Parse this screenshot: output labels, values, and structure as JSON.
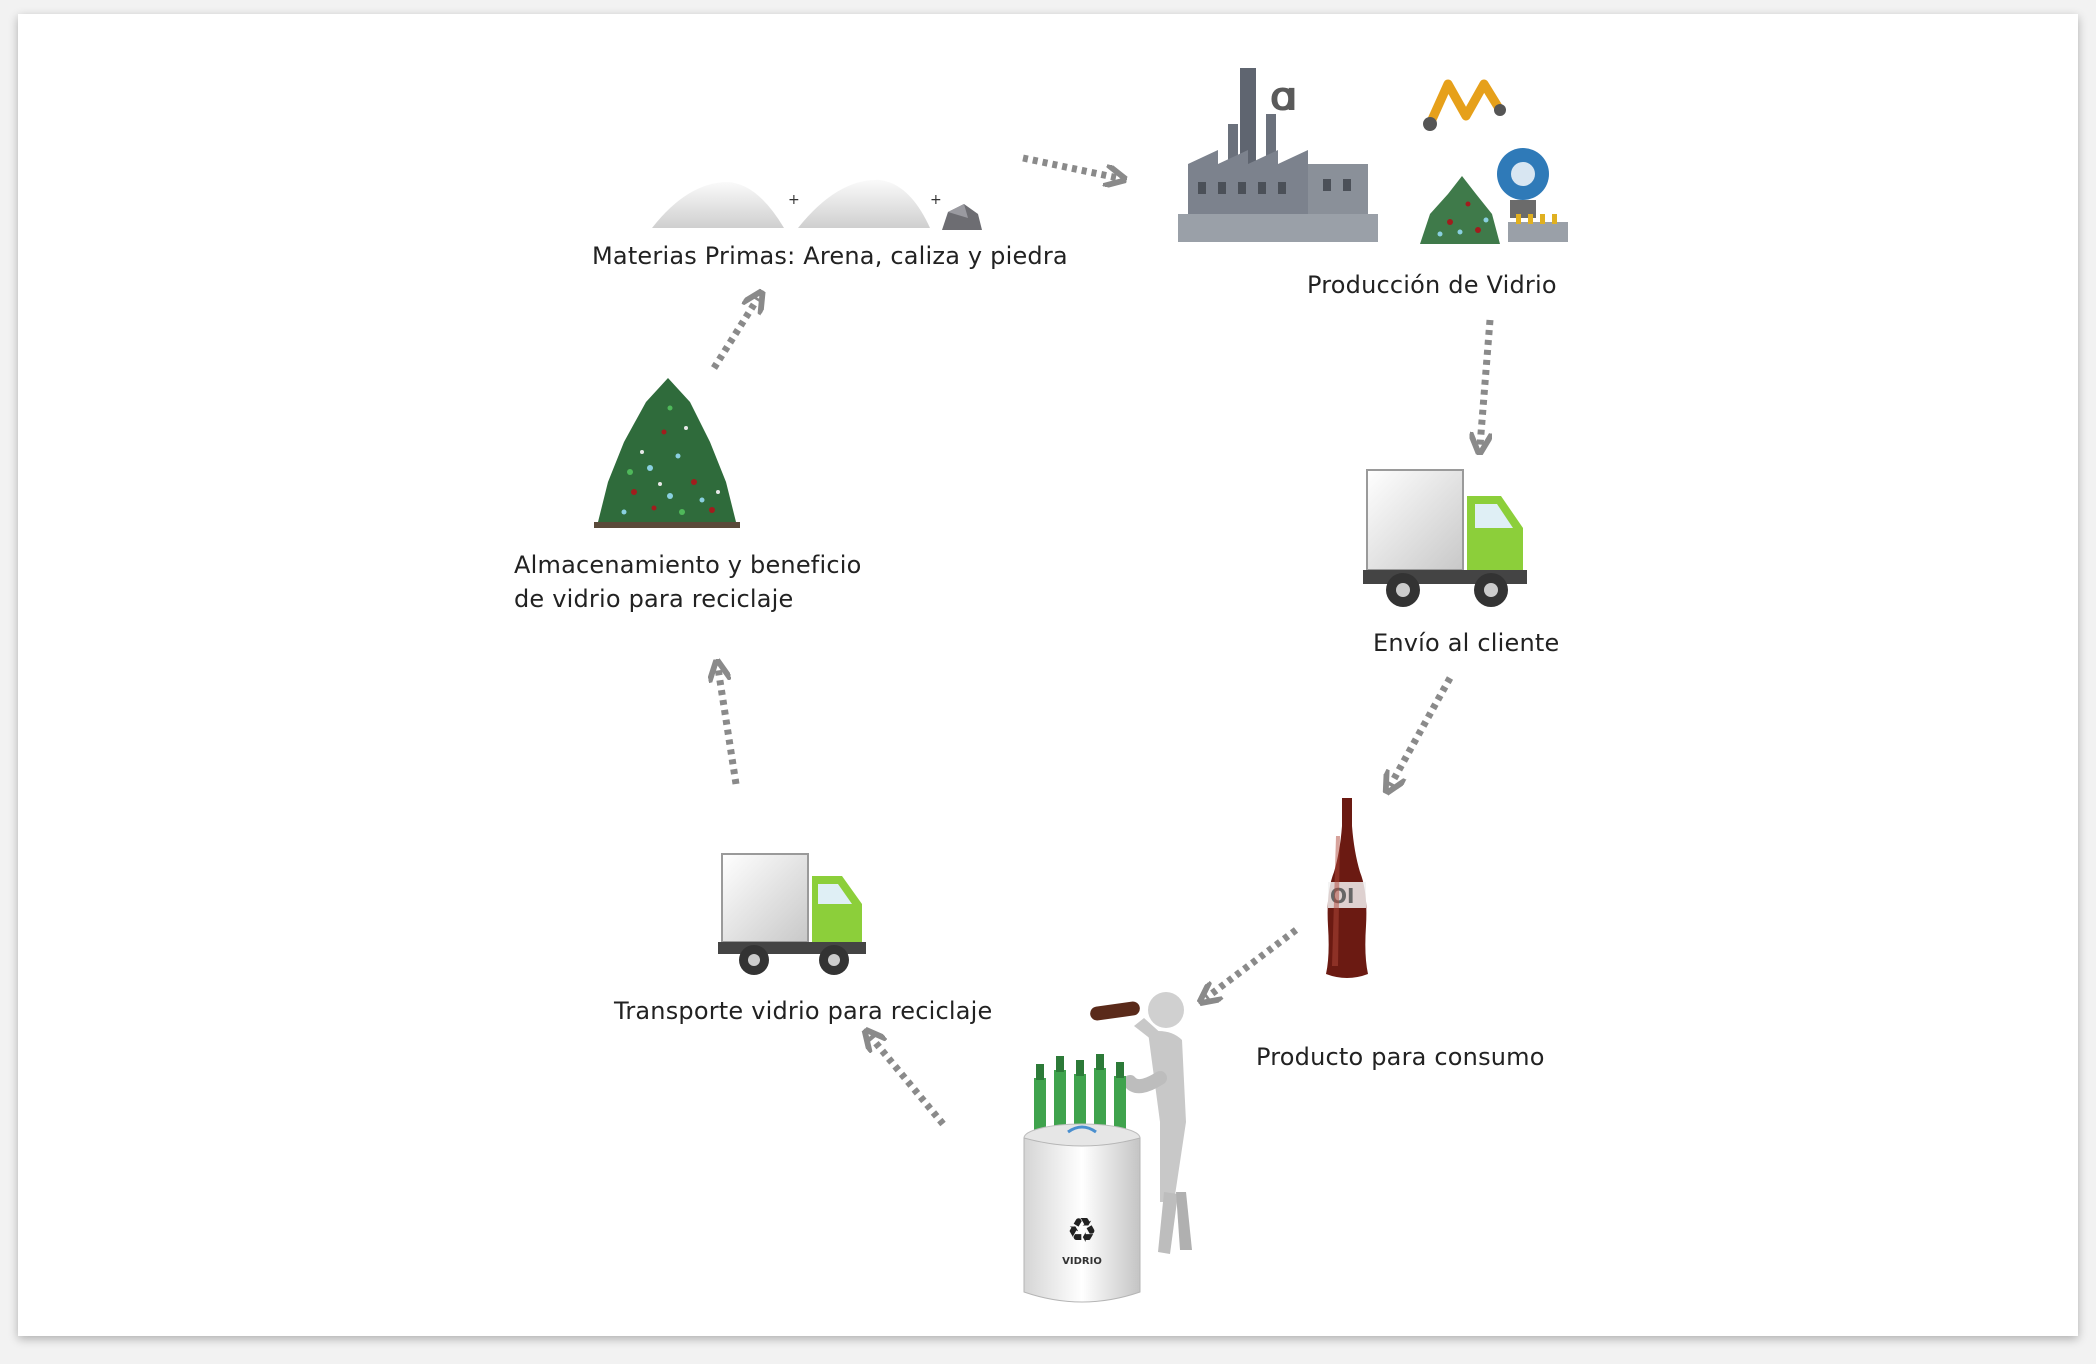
{
  "colors": {
    "arrow": "#8a8a8a",
    "truck_cab": "#8ccf3a",
    "bottle": "#6b1a12",
    "green_glass": "#3fa34d",
    "text": "#222222"
  },
  "stages": {
    "raw_materials": {
      "label": "Materias Primas: Arena, caliza y piedra",
      "icon": "sand-piles-and-rock"
    },
    "production": {
      "label": "Producción de Vidrio",
      "icon": "factory-and-machine"
    },
    "shipping": {
      "label": "Envío al cliente",
      "icon": "delivery-truck"
    },
    "product": {
      "label": "Producto para consumo",
      "icon": "glass-bottle"
    },
    "consumer": {
      "icon": "person-drinking-and-recycle-bin",
      "bin_label": "VIDRIO",
      "recycle_symbol": "♻"
    },
    "transport": {
      "label": "Transporte vidrio para reciclaje",
      "icon": "delivery-truck"
    },
    "storage": {
      "label_line1": "Almacenamiento y beneficio",
      "label_line2": "de vidrio para reciclaje",
      "icon": "glass-cullet-pile"
    }
  }
}
